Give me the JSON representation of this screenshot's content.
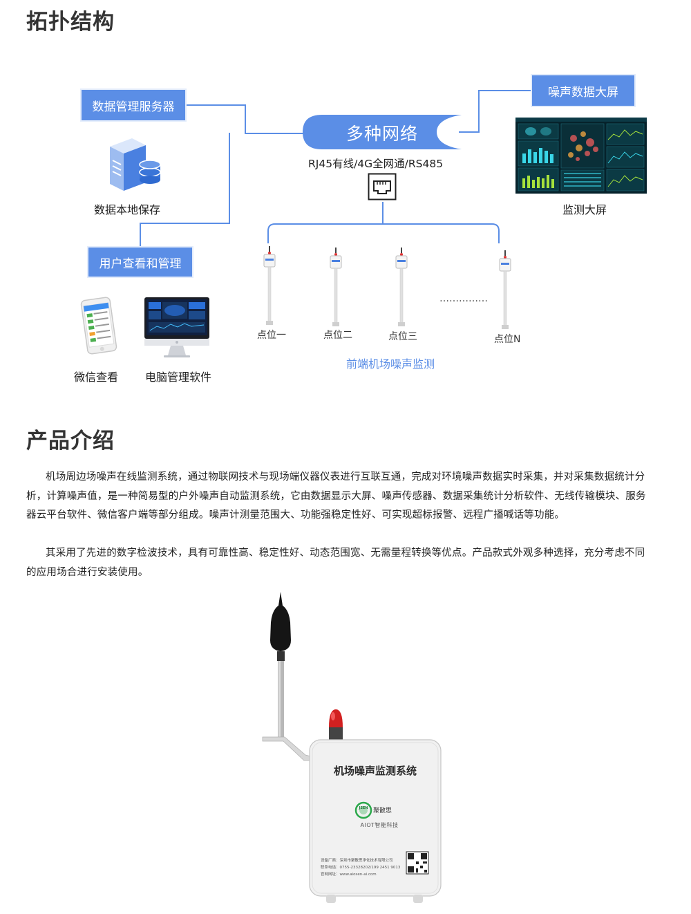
{
  "topology": {
    "heading": "拓扑结构",
    "server_box": "数据管理服务器",
    "local_storage_label": "数据本地保存",
    "user_box": "用户查看和管理",
    "wechat_label": "微信查看",
    "pc_software_label": "电脑管理软件",
    "network_cloud": "多种网络",
    "network_types": "RJ45有线/4G全网通/RS485",
    "big_screen_box": "噪声数据大屏",
    "monitor_screen_label": "监测大屏",
    "points": [
      "点位一",
      "点位二",
      "点位三",
      "点位N"
    ],
    "ellipsis": "……………",
    "front_end_label": "前端机场噪声监测",
    "accent_color": "#5b8ee6"
  },
  "intro": {
    "heading": "产品介绍",
    "paragraph1": "机场周边场噪声在线监测系统，通过物联网技术与现场端仪器仪表进行互联互通，完成对环境噪声数据实时采集，并对采集数据统计分析，计算噪声值，是一种简易型的户外噪声自动监测系统，它由数据显示大屏、噪声传感器、数据采集统计分析软件、无线传输模块、服务器云平台软件、微信客户端等部分组成。噪声计测量范围大、功能强稳定性好、可实现超标报警、远程广播喊话等功能。",
    "paragraph2": "其采用了先进的数字检波技术，具有可靠性高、稳定性好、动态范围宽、无需量程转换等优点。产品款式外观多种选择，充分考虑不同的应用场合进行安装使用。"
  },
  "device": {
    "panel_title": "机场噪声监测系统",
    "logo_text": "JSEN",
    "brand_cn": "聚散思",
    "brand_sub": "AIOT智能科技",
    "info_lines": [
      "设备厂商：深圳市聚散思净化技术有限公司",
      "联系电话：0755-23328202/199 2451 9013",
      "官网网址：www.aiosen-ai.com"
    ]
  }
}
